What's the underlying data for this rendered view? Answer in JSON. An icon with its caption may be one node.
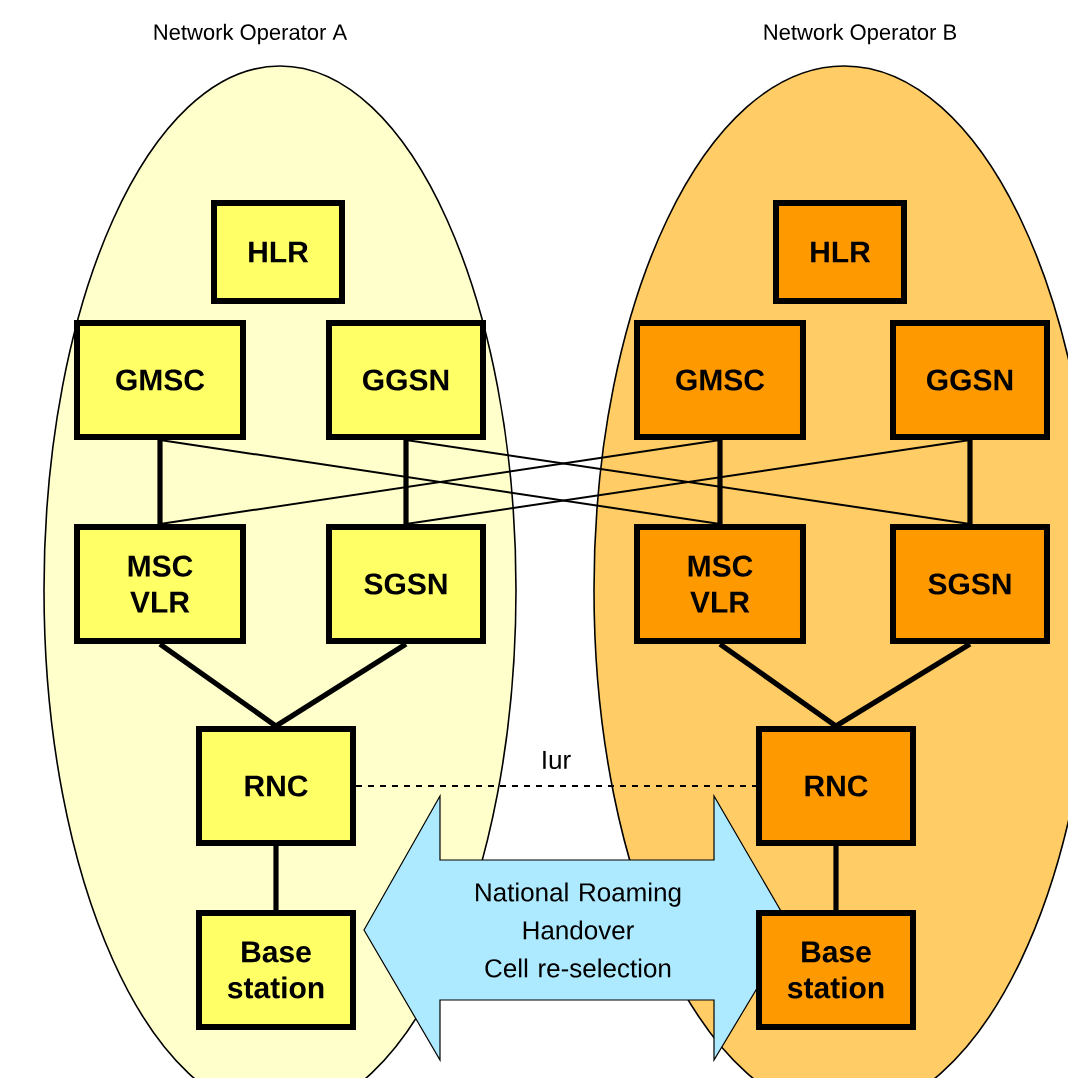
{
  "diagram": {
    "nodes": [
      {
        "text": [
          "Network Operator A"
        ]
      },
      {
        "text": [
          "Network Operator B"
        ]
      },
      {
        "text": [
          "HLR"
        ],
        "in": 0
      },
      {
        "text": [
          "GMSC"
        ],
        "in": 0
      },
      {
        "text": [
          "GGSN"
        ],
        "in": 0
      },
      {
        "text": [
          "MSC VLR"
        ],
        "in": 0
      },
      {
        "text": [
          "SGSN"
        ],
        "in": 0
      },
      {
        "text": [
          "RNC"
        ],
        "in": 0
      },
      {
        "text": [
          "Base station"
        ],
        "in": 0
      },
      {
        "text": [
          "HLR"
        ],
        "in": 1
      },
      {
        "text": [
          "GMSC"
        ],
        "in": 1
      },
      {
        "text": [
          "GGSN"
        ],
        "in": 1
      },
      {
        "text": [
          "MSC VLR"
        ],
        "in": 1
      },
      {
        "text": [
          "SGSN"
        ],
        "in": 1
      },
      {
        "text": [
          "RNC"
        ],
        "in": 1
      },
      {
        "text": [
          "Base station"
        ],
        "in": 1
      },
      {
        "text": [
          "National Roaming",
          "Handover",
          "Cell re-selection"
        ]
      }
    ],
    "edges": [
      {
        "from": 3,
        "to": 5,
        "arrow": "none"
      },
      {
        "from": 4,
        "to": 6,
        "arrow": "none"
      },
      {
        "from": 3,
        "to": 12,
        "arrow": "none"
      },
      {
        "from": 4,
        "to": 13,
        "arrow": "none"
      },
      {
        "from": 10,
        "to": 5,
        "arrow": "none"
      },
      {
        "from": 11,
        "to": 6,
        "arrow": "none"
      },
      {
        "from": 10,
        "to": 12,
        "arrow": "none"
      },
      {
        "from": 11,
        "to": 13,
        "arrow": "none"
      },
      {
        "from": 5,
        "to": 7,
        "arrow": "none"
      },
      {
        "from": 6,
        "to": 7,
        "arrow": "none"
      },
      {
        "from": 7,
        "to": 8,
        "arrow": "none"
      },
      {
        "from": 12,
        "to": 14,
        "arrow": "none"
      },
      {
        "from": 13,
        "to": 14,
        "arrow": "none"
      },
      {
        "from": 14,
        "to": 15,
        "arrow": "none"
      },
      {
        "from": 7,
        "to": 14,
        "arrow": "none",
        "style": "dashed",
        "label": "Iur"
      }
    ]
  }
}
